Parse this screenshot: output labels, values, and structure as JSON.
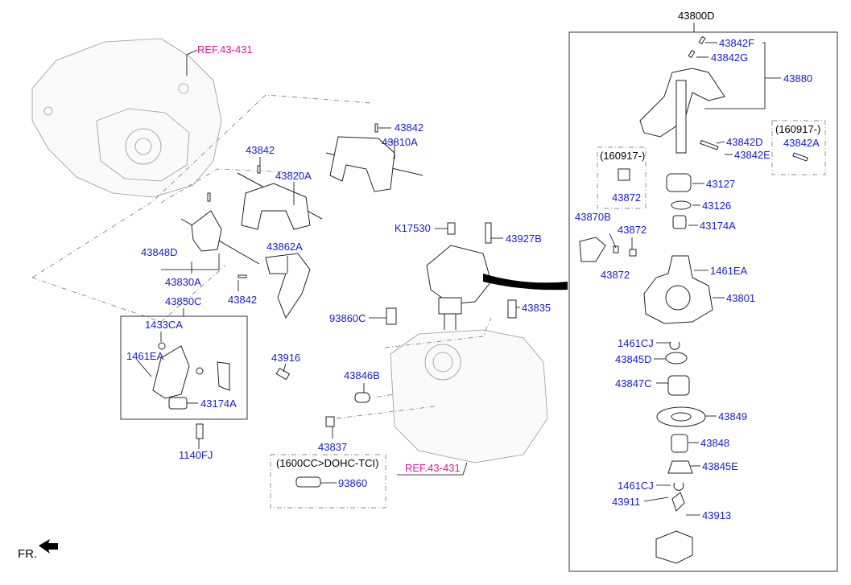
{
  "colors": {
    "part_label": "#1a1acd",
    "reference": "#e0199a",
    "text": "#000000"
  },
  "icons": {
    "front_arrow": "arrow-icon"
  },
  "assembly_box_label": "43800D",
  "option_notes": {
    "a": "(160917-)",
    "b": "(160917-)",
    "engine": "(1600CC>DOHC-TCI)"
  },
  "references": [
    "REF.43-431",
    "REF.43-431"
  ],
  "front_marker": "FR.",
  "labels": {
    "l43842f": "43842F",
    "l43842g": "43842G",
    "l43880": "43880",
    "l43842d": "43842D",
    "l43842e": "43842E",
    "l43842a": "43842A",
    "l43872a": "43872",
    "l43127": "43127",
    "l43126": "43126",
    "l43870b": "43870B",
    "l43872b": "43872",
    "l43174a_r": "43174A",
    "l43872c": "43872",
    "l1461ea_r": "1461EA",
    "l43801": "43801",
    "l1461cj_a": "1461CJ",
    "l43845d": "43845D",
    "l43847c": "43847C",
    "l43849": "43849",
    "l43848": "43848",
    "l43845e": "43845E",
    "l1461cj_b": "1461CJ",
    "l43911": "43911",
    "l43913": "43913",
    "l43842_top": "43842",
    "l43810a": "43810A",
    "l43842_mid": "43842",
    "l43820a": "43820A",
    "l43848d": "43848D",
    "l43862a": "43862A",
    "l43830a": "43830A",
    "l43842_low": "43842",
    "l43850c": "43850C",
    "l1433ca": "1433CA",
    "l1461ea_l": "1461EA",
    "l43916": "43916",
    "l43174a_l": "43174A",
    "l1140fj": "1140FJ",
    "lk17530": "K17530",
    "l43927b": "43927B",
    "l93860c": "93860C",
    "l43835": "43835",
    "l43846b": "43846B",
    "l43837": "43837",
    "l93860": "93860"
  }
}
